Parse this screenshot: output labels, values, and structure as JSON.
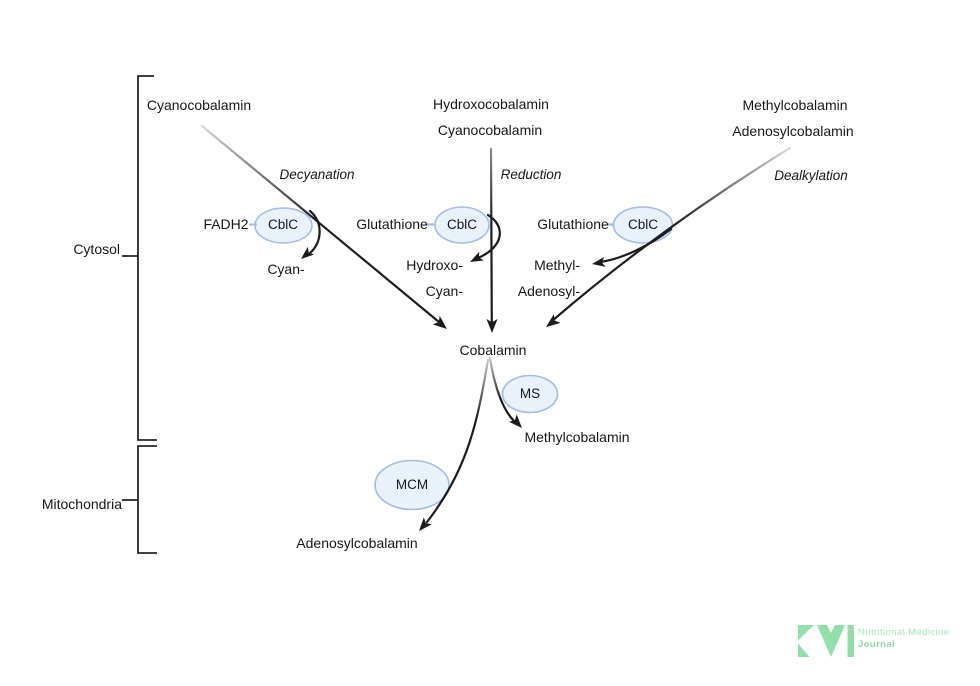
{
  "compartments": {
    "cytosol": "Cytosol",
    "mitochondria": "Mitochondria"
  },
  "top_inputs": {
    "left": "Cyanocobalamin",
    "center_line1": "Hydroxocobalamin",
    "center_line2": "Cyanocobalamin",
    "right_line1": "Methylcobalamin",
    "right_line2": "Adenosylcobalamin"
  },
  "processes": {
    "decyanation": "Decyanation",
    "reduction": "Reduction",
    "dealkylation": "Dealkylation"
  },
  "cofactors": {
    "fadh2": "FADH2",
    "glutathione_center": "Glutathione",
    "glutathione_right": "Glutathione"
  },
  "enzymes": {
    "cblc_left": "CblC",
    "cblc_center": "CblC",
    "cblc_right": "CblC",
    "ms": "MS",
    "mcm": "MCM"
  },
  "leaving_groups": {
    "cyan": "Cyan-",
    "hydroxo_line1": "Hydroxo-",
    "hydroxo_line2": "Cyan-",
    "alkyl_line1": "Methyl-",
    "alkyl_line2": "Adenosyl-"
  },
  "central_node": "Cobalamin",
  "products": {
    "methylcobalamin": "Methylcobalamin",
    "adenosylcobalamin": "Adenosylcobalamin"
  },
  "logo": {
    "name_line1": "Nutritional Medicine",
    "name_line2": "Journal",
    "mark_color": "#93DFA9",
    "name_color": "#ABE5BF",
    "journal_color": "#8FDCA6"
  },
  "colors": {
    "enzyme_fill": "#E9F1FB",
    "enzyme_stroke": "#A5BCE3",
    "line": "#1C1C1C"
  }
}
